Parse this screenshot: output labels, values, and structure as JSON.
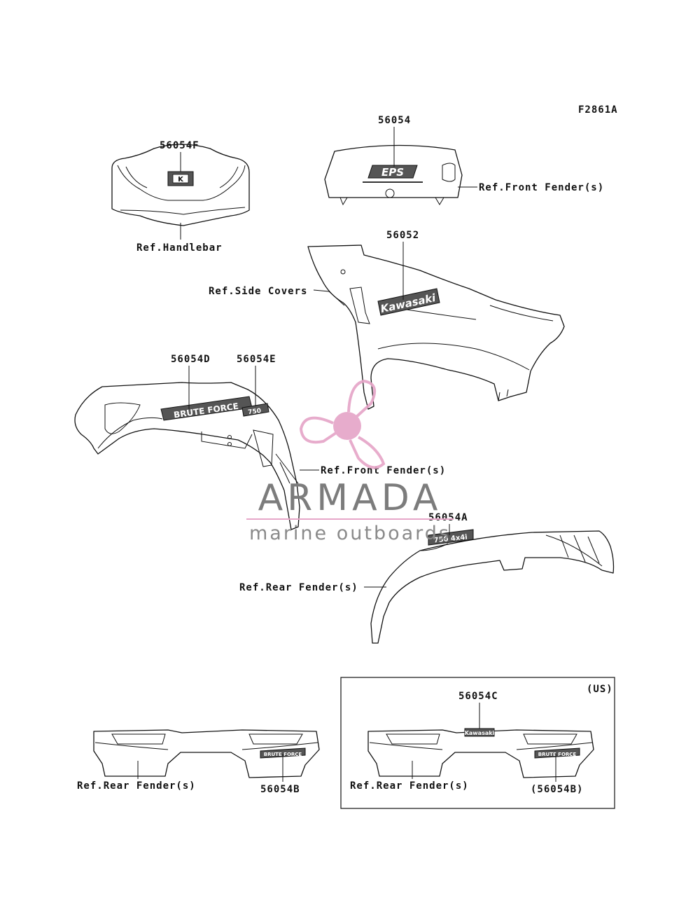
{
  "figure_code": "F2861A",
  "labels": {
    "p56054F": "56054F",
    "handlebar": "Ref.Handlebar",
    "p56054": "56054",
    "front_fender_top": "Ref.Front Fender(s)",
    "p56052": "56052",
    "side_covers": "Ref.Side Covers",
    "p56054D": "56054D",
    "p56054E": "56054E",
    "front_fender_mid": "Ref.Front Fender(s)",
    "p56054A": "56054A",
    "rear_fender_mid": "Ref.Rear Fender(s)",
    "rear_fender_left": "Ref.Rear Fender(s)",
    "p56054B": "56054B",
    "us_region": "(US)",
    "p56054C": "56054C",
    "rear_fender_us": "Ref.Rear Fender(s)",
    "p56054B_us": "(56054B)"
  },
  "decals": {
    "kawasaki": "Kawasaki",
    "eps": "EPS",
    "bruteforce": "BRUTE FORCE",
    "e750": "750",
    "a750": "750 4x4i",
    "bf_small": "BRUTE FORCE",
    "kaw_small": "Kawasaki"
  },
  "watermark": {
    "brand": "ARMADA",
    "tagline": "marine outboards",
    "color_pink": "#e6a6c8",
    "color_gray": "#7c7c7c"
  }
}
